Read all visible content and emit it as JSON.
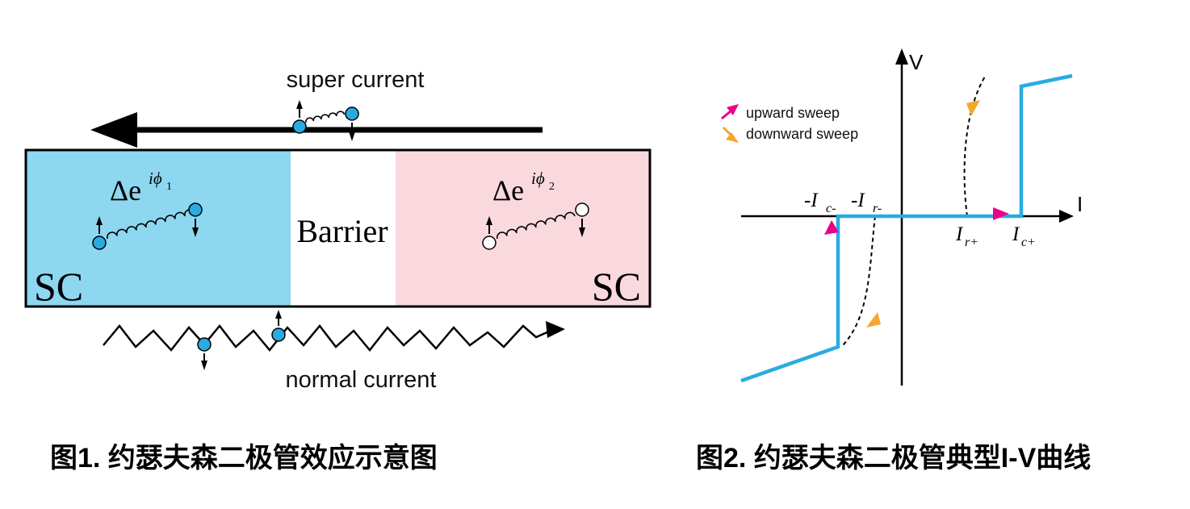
{
  "fig1": {
    "super_current": "super current",
    "normal_current": "normal current",
    "barrier": "Barrier",
    "sc_left": "SC",
    "sc_right": "SC",
    "delta_left_base": "Δe",
    "delta_left_sup": "iϕ",
    "delta_left_sub": "1",
    "delta_right_base": "Δe",
    "delta_right_sup": "iϕ",
    "delta_right_sub": "2",
    "caption": "图1. 约瑟夫森二极管效应示意图",
    "colors": {
      "sc_left_fill": "#8dd7f0",
      "sc_right_fill": "#f9d9de",
      "electron": "#29abe2",
      "open_electron": "#ffffff"
    }
  },
  "fig2": {
    "axis_y": "V",
    "axis_x": "I",
    "legend_up": "upward sweep",
    "legend_down": "downward sweep",
    "tick_neg_c_base": "-I",
    "tick_neg_c_sub": "c-",
    "tick_neg_r_base": "-I",
    "tick_neg_r_sub": "r-",
    "tick_pos_r_base": "I",
    "tick_pos_r_sub": "r+",
    "tick_pos_c_base": "I",
    "tick_pos_c_sub": "c+",
    "caption": "图2. 约瑟夫森二极管典型I-V曲线",
    "colors": {
      "curve": "#29abe2",
      "upward": "#ec008c",
      "downward": "#f5a62c"
    }
  }
}
